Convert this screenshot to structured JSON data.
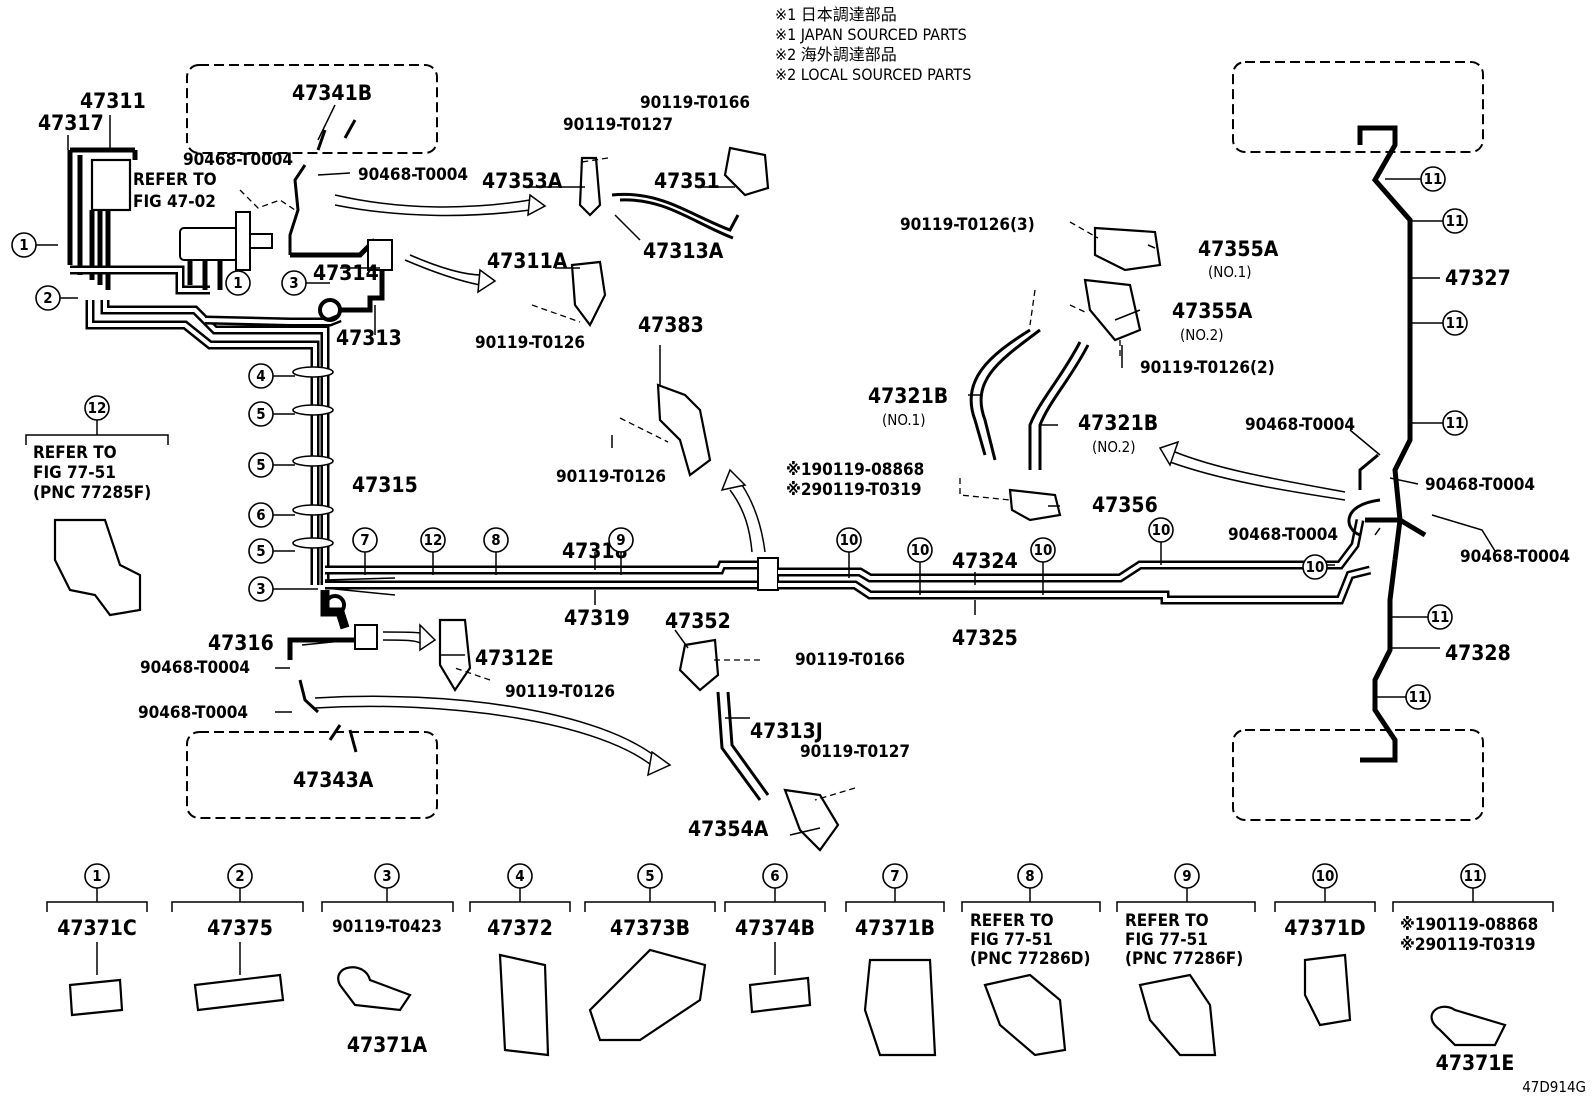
{
  "notes": [
    "※1 日本調達部品",
    "※1 JAPAN SOURCED PARTS",
    "※2 海外調達部品",
    "※2 LOCAL SOURCED PARTS"
  ],
  "diagram_id": "47D914G",
  "parts": {
    "p47311": "47311",
    "p47317": "47317",
    "p47341B": "47341B",
    "refer_fig_4702_line1": "REFER TO",
    "refer_fig_4702_line2": "FIG 47-02",
    "p90468_a": "90468-T0004",
    "p90468_b": "90468-T0004",
    "p47314": "47314",
    "p47313": "47313",
    "p47353A": "47353A",
    "p47351": "47351",
    "p47313A": "47313A",
    "p90119_T0166_a": "90119-T0166",
    "p90119_T0127_a": "90119-T0127",
    "p47311A": "47311A",
    "p90119_T0126_a": "90119-T0126",
    "p47383": "47383",
    "p90119_T0126_b": "90119-T0126",
    "p47315": "47315",
    "p47318": "47318",
    "p47319": "47319",
    "p47316": "47316",
    "p90468_c": "90468-T0004",
    "p90468_d": "90468-T0004",
    "p47343A": "47343A",
    "p47312E": "47312E",
    "p90119_T0126_c": "90119-T0126",
    "p47352": "47352",
    "p90119_T0166_b": "90119-T0166",
    "p47313J": "47313J",
    "p90119_T0127_b": "90119-T0127",
    "p47354A": "47354A",
    "p90119_T0126_3": "90119-T0126(3)",
    "p47355A_1": "47355A",
    "no1_a": "(NO.1)",
    "p47355A_2": "47355A",
    "no2_a": "(NO.2)",
    "p90119_T0126_2": "90119-T0126(2)",
    "p47321B_1": "47321B",
    "no1_b": "(NO.1)",
    "p47321B_2": "47321B",
    "no2_b": "(NO.2)",
    "bolt_note1": "※190119-08868",
    "bolt_note2": "※290119-T0319",
    "p47356": "47356",
    "p47324": "47324",
    "p47325": "47325",
    "p47327": "47327",
    "p90468_e": "90468-T0004",
    "p90468_f": "90468-T0004",
    "p90468_g": "90468-T0004",
    "p90468_h": "90468-T0004",
    "p47328": "47328",
    "refer_7751_line1": "REFER TO",
    "refer_7751_line2": "FIG 77-51",
    "refer_7751_line3": "(PNC 77285F)"
  },
  "callouts": [
    "1",
    "2",
    "3",
    "4",
    "5",
    "6",
    "7",
    "8",
    "9",
    "10",
    "11",
    "12"
  ],
  "legend": [
    {
      "num": "1",
      "part": "47371C"
    },
    {
      "num": "2",
      "part": "47375"
    },
    {
      "num": "3",
      "part": "90119-T0423",
      "part2": "47371A"
    },
    {
      "num": "4",
      "part": "47372"
    },
    {
      "num": "5",
      "part": "47373B"
    },
    {
      "num": "6",
      "part": "47374B"
    },
    {
      "num": "7",
      "part": "47371B"
    },
    {
      "num": "8",
      "line1": "REFER TO",
      "line2": "FIG 77-51",
      "line3": "(PNC 77286D)"
    },
    {
      "num": "9",
      "line1": "REFER TO",
      "line2": "FIG 77-51",
      "line3": "(PNC 77286F)"
    },
    {
      "num": "10",
      "part": "47371D"
    },
    {
      "num": "11",
      "line1": "※190119-08868",
      "line2": "※290119-T0319",
      "part2": "47371E"
    }
  ]
}
